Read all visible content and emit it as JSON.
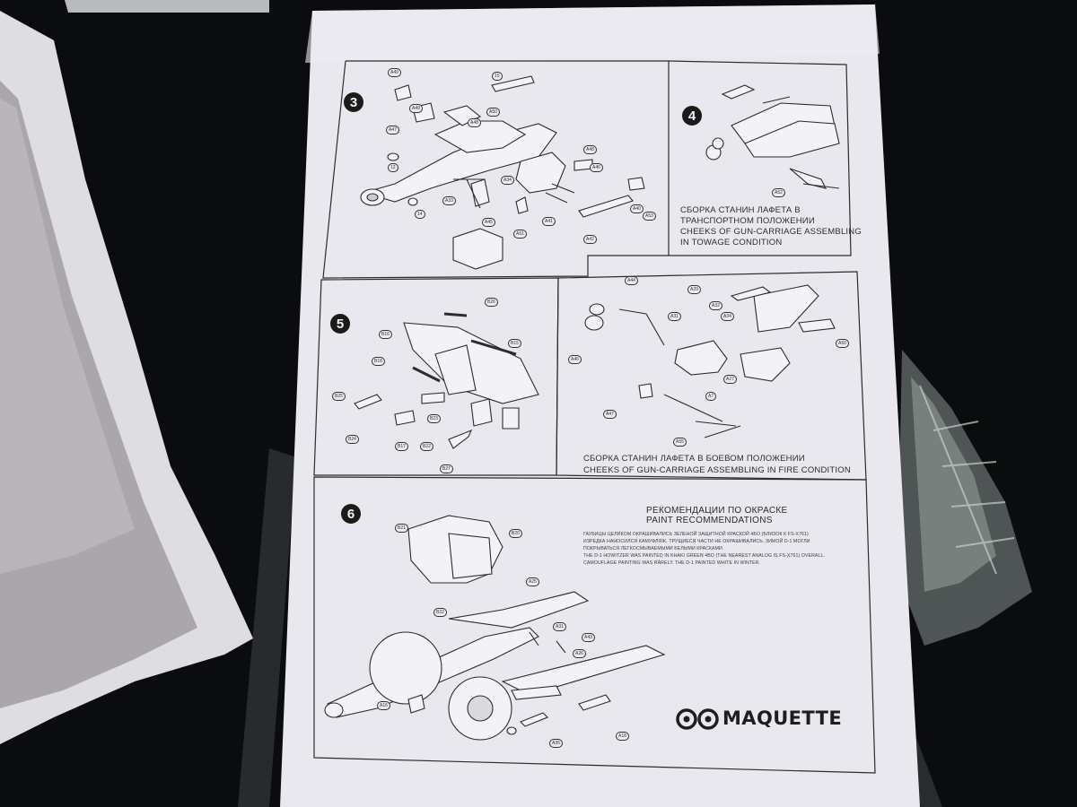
{
  "panels": [
    {
      "number": "3"
    },
    {
      "number": "4",
      "caption_ru": "СБОРКА СТАНИН ЛАФЕТА В ТРАНСПОРТНОМ ПОЛОЖЕНИИ",
      "caption_en": "CHEEKS OF GUN-CARRIAGE ASSEMBLING IN TOWAGE CONDITION"
    },
    {
      "number": "5"
    },
    {
      "number": "",
      "caption_ru": "СБОРКА СТАНИН ЛАФЕТА В БОЕВОМ ПОЛОЖЕНИИ",
      "caption_en": "CHEEKS OF GUN-CARRIAGE ASSEMBLING IN FIRE CONDITION"
    },
    {
      "number": "6"
    }
  ],
  "caption4": {
    "ru_line1": "СБОРКА СТАНИН ЛАФЕТА В",
    "ru_line2": "ТРАНСПОРТНОМ ПОЛОЖЕНИИ",
    "en_line1": "CHEEKS OF GUN-CARRIAGE ASSEMBLING",
    "en_line2": "IN TOWAGE CONDITION"
  },
  "caption_fire": {
    "ru": "СБОРКА СТАНИН ЛАФЕТА В БОЕВОМ ПОЛОЖЕНИИ",
    "en": "CHEEKS OF GUN-CARRIAGE ASSEMBLING IN FIRE CONDITION"
  },
  "paint": {
    "title_ru": "РЕКОМЕНДАЦИИ ПО ОКРАСКЕ",
    "title_en": "PAINT RECOMMENDATIONS",
    "line1": "ГАУБИЦЫ ЦЕЛИКОМ ОКРАШИВАЛИСЬ ЗЕЛЕНОЙ ЗАЩИТНОЙ КРАСКОЙ 4БО (БЛИЗОК К FS-X761)",
    "line2": "ИЗРЕДКА НАНОСИЛСЯ КАМУФЛЯЖ. ТРУЩИЕСЯ ЧАСТИ НЕ ОКРАШИВАЛИСЬ. ЗИМОЙ D-1 МОГЛИ",
    "line3": "ПОКРЫВАТЬСЯ ЛЕГКОСМЫВАЕМЫМИ БЕЛЫМИ КРАСКАМИ.",
    "line4": "THE D-1 HOWITZER WAS PAINTED IN KHAKI GREEN 4BO (THE NEAREST ANALOG IS FS-X761) OVERALL.",
    "line5": "CAMOUFLAGE PAINTING WAS RARELY. THE D-1 PAINTED WHITE IN WINTER."
  },
  "brand": {
    "name": "MAQUETTE"
  },
  "part_labels": {
    "p3": [
      "A49",
      "15",
      "A50",
      "A48",
      "A47",
      "A49",
      "12",
      "14",
      "A33",
      "A34",
      "A45",
      "A48",
      "A46",
      "A51",
      "A41",
      "A42",
      "A53",
      "A40"
    ],
    "p4": [
      "A52"
    ],
    "p5": [
      "B26",
      "B15",
      "B18",
      "B16",
      "B25",
      "B24",
      "B23",
      "B17",
      "B22",
      "B27"
    ],
    "pf": [
      "A44",
      "A29",
      "A31",
      "A32",
      "A34",
      "A50",
      "A46",
      "A27",
      "A7",
      "A47",
      "A55"
    ],
    "p6": [
      "B21",
      "B20",
      "A25",
      "B22",
      "A31",
      "A43",
      "A26",
      "A16",
      "A18",
      "A35"
    ]
  },
  "colors": {
    "background": "#0b0c0e",
    "paper": "#e9e8ee",
    "ink": "#2a2a2e",
    "box": "#d9d8dc"
  }
}
